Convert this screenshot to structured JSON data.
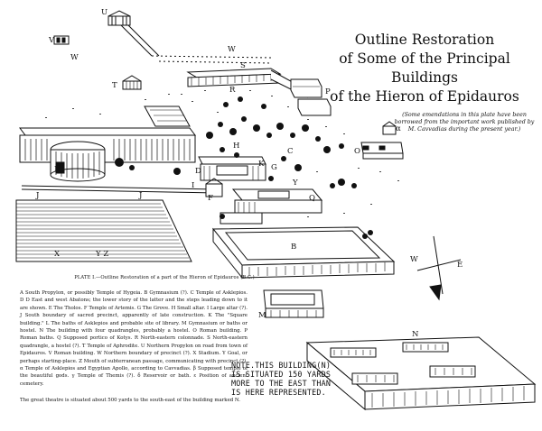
{
  "title_lines": [
    "Outline Restoration",
    "of Some of the Principal Buildings",
    "of the Hieron of Epidauros"
  ],
  "note_small": "(Some emendations in this plate have been borrowed from the important work published by M. Cavvadias during the present year.)",
  "caption": "PLATE I.—Outline Restoration of a part of the Hieron of Epidauros (B.C.)",
  "legend": "A South Propylon, or possibly Temple of Hygeia. B Gymnasium (?). C Temple of Asklepios. D D East and west Abatons; the lower story of the latter and the steps leading down to it are shown. E The Tholos. F Temple of Artemis. G The Grove. H Small altar. I Large altar (?). J South boundary of sacred precinct, apparently of late construction. K The \"Square building.\" L The baths of Asklepios and probable site of library. M Gymnasium or baths or hostel. N The building with four quadrangles, probably a hostel. O Roman building. P Roman baths. Q Supposed portico of Kotys. R North-eastern colonnade. S North-eastern quadrangle, a hostel (?). T Temple of Aphrodite. U Northern Propylon on road from town of Epidauros. V Roman building. W Northern boundary of precinct (?). X Stadium. Y Goal, or perhaps starting-place. Z Mouth of subterranean passage, communicating with precinct (?). α Temple of Asklepios and Egyptian Apollo, according to Cavvadias. β Supposed temple of the beautiful gods. γ Temple of Themis (?). δ Reservoir or bath. ε Position of ancient cemetery.",
  "footer": "The great theatre is situated about 500 yards to the south-east of the building marked N.",
  "hand_note": [
    "NOTE.THIS BUILDING(N)",
    "IS SITUATED 150 YARDS",
    "MORE TO THE EAST THAN",
    "IS HERE REPRESENTED."
  ],
  "compass": {
    "west": "W",
    "east": "E"
  },
  "map_labels": {
    "u": "U",
    "v": "V",
    "w": "W",
    "s": "S",
    "r": "R",
    "p": "P",
    "t": "T",
    "a": "α",
    "c": "C",
    "h": "H",
    "e": "E",
    "k": "K",
    "o": "O",
    "g": "G",
    "d": "D",
    "i": "I",
    "f": "F",
    "y": "Y",
    "q": "Q",
    "b": "B",
    "m": "M",
    "n": "N",
    "j1": "J",
    "j2": "J",
    "x": "X",
    "yz": "Y Z"
  }
}
